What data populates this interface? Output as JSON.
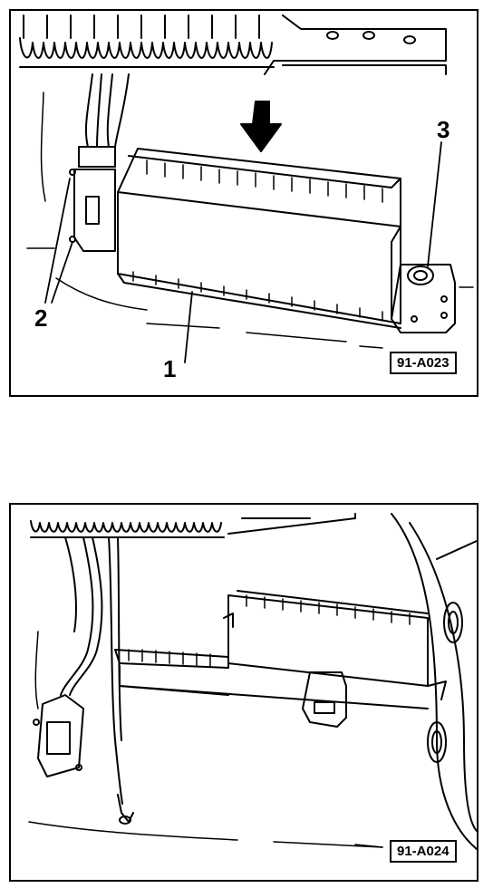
{
  "figures": [
    {
      "code": "91-A023",
      "callouts": {
        "c1": "1",
        "c2": "2",
        "c3": "3"
      }
    },
    {
      "code": "91-A024"
    }
  ]
}
